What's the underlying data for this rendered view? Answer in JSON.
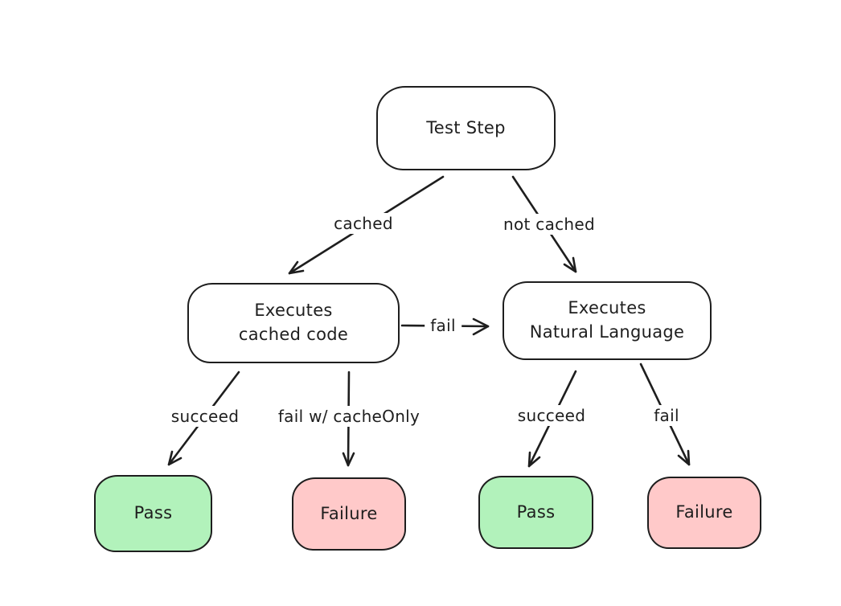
{
  "canvas": {
    "background": "#ffffff",
    "stroke_color": "#1e1e1e",
    "text_color": "#1e1e1e"
  },
  "colors": {
    "pass_fill": "#b2f2bb",
    "failure_fill": "#ffc9c9",
    "neutral_fill": "#ffffff"
  },
  "nodes": [
    {
      "id": "test-step",
      "label": "Test Step",
      "fill": "#ffffff"
    },
    {
      "id": "executes-cached-code",
      "label": "Executes\ncached code",
      "fill": "#ffffff"
    },
    {
      "id": "executes-natural-language",
      "label": "Executes\nNatural Language",
      "fill": "#ffffff"
    },
    {
      "id": "pass-cached",
      "label": "Pass",
      "fill": "#b2f2bb"
    },
    {
      "id": "failure-cached",
      "label": "Failure",
      "fill": "#ffc9c9"
    },
    {
      "id": "pass-natural-language",
      "label": "Pass",
      "fill": "#b2f2bb"
    },
    {
      "id": "failure-natural-language",
      "label": "Failure",
      "fill": "#ffc9c9"
    }
  ],
  "edges": [
    {
      "id": "cached",
      "label": "cached",
      "from": "test-step",
      "to": "executes-cached-code"
    },
    {
      "id": "not-cached",
      "label": "not cached",
      "from": "test-step",
      "to": "executes-natural-language"
    },
    {
      "id": "succeed-cached",
      "label": "succeed",
      "from": "executes-cached-code",
      "to": "pass-cached"
    },
    {
      "id": "fail-cache-only",
      "label": "fail w/ cacheOnly",
      "from": "executes-cached-code",
      "to": "failure-cached"
    },
    {
      "id": "fail-fallback",
      "label": "fail",
      "from": "executes-cached-code",
      "to": "executes-natural-language"
    },
    {
      "id": "succeed-natural",
      "label": "succeed",
      "from": "executes-natural-language",
      "to": "pass-natural-language"
    },
    {
      "id": "fail-natural",
      "label": "fail",
      "from": "executes-natural-language",
      "to": "failure-natural-language"
    }
  ]
}
